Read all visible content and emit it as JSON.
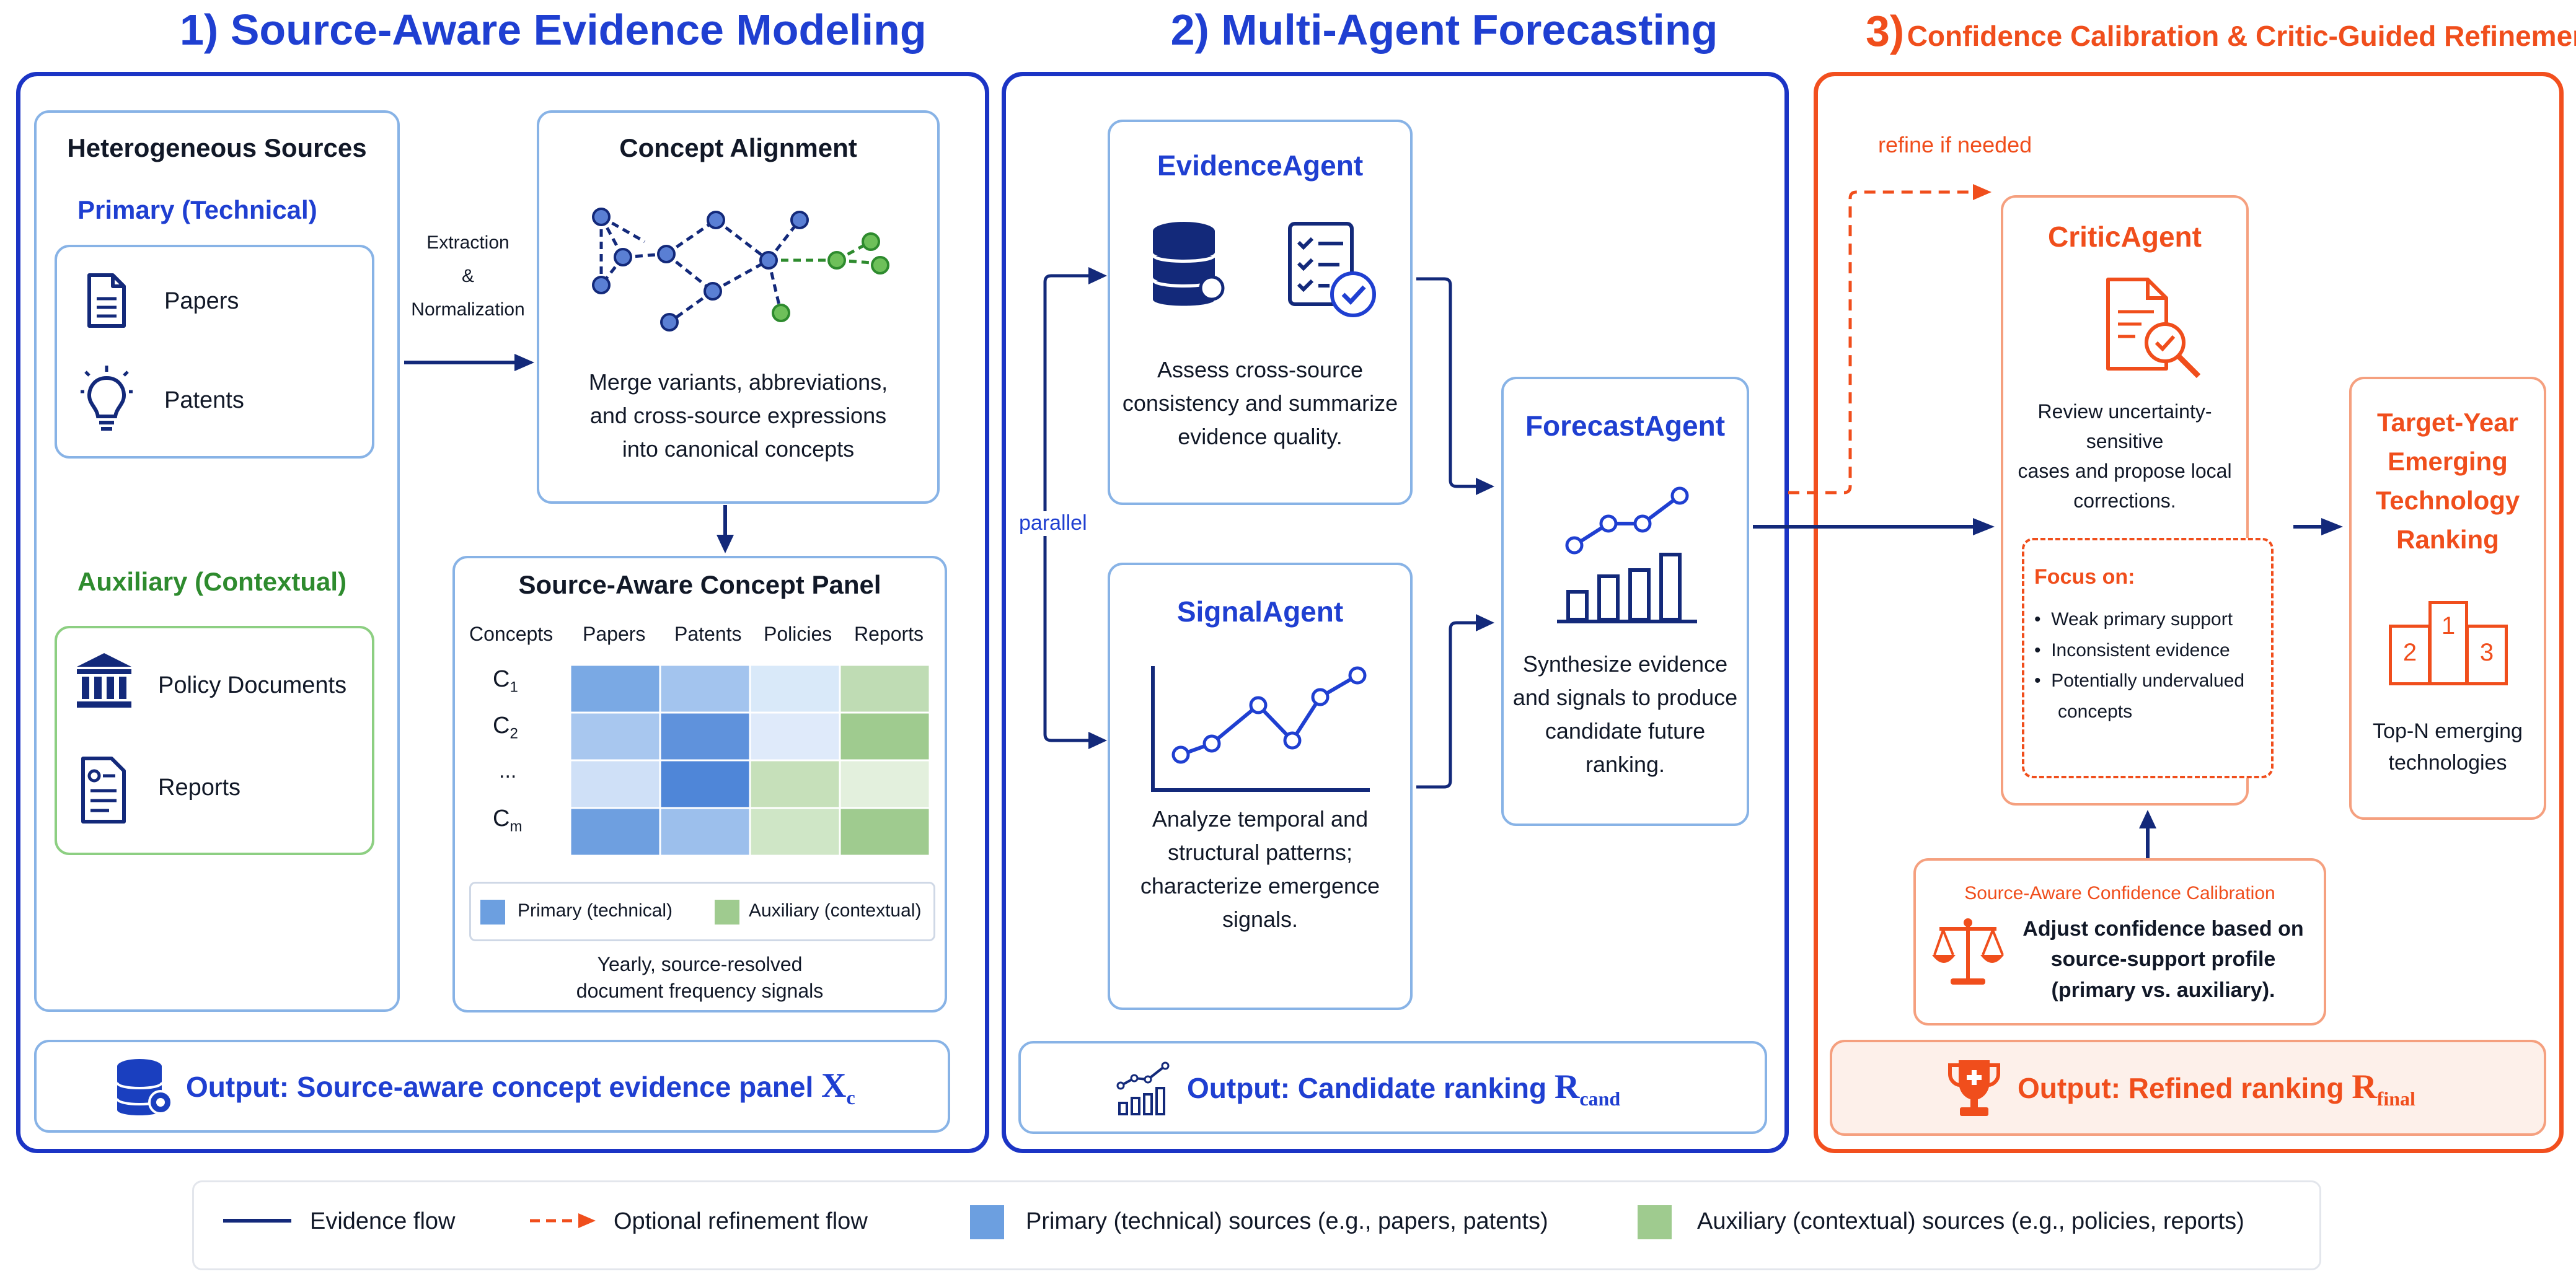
{
  "columns": {
    "col1_title": "1) Source-Aware Evidence Modeling",
    "col2_title": "2) Multi-Agent Forecasting",
    "col3_num": "3)",
    "col3_title": "Confidence Calibration & Critic-Guided Refinement"
  },
  "sources": {
    "title": "Heterogeneous Sources",
    "primary_label": "Primary (Technical)",
    "primary_items": [
      "Papers",
      "Patents"
    ],
    "auxiliary_label": "Auxiliary (Contextual)",
    "auxiliary_items": [
      "Policy Documents",
      "Reports"
    ]
  },
  "extraction": {
    "line1": "Extraction",
    "line2": "&",
    "line3": "Normalization"
  },
  "alignment": {
    "title": "Concept Alignment",
    "desc": [
      "Merge variants, abbreviations,",
      "and cross-source expressions",
      "into canonical concepts"
    ]
  },
  "panel": {
    "title": "Source-Aware Concept Panel",
    "headers": [
      "Concepts",
      "Papers",
      "Patents",
      "Policies",
      "Reports"
    ],
    "rows": [
      "C",
      "C",
      "...",
      "C"
    ],
    "row_subs": [
      "1",
      "2",
      "",
      "m"
    ],
    "legend_primary": "Primary (technical)",
    "legend_auxiliary": "Auxiliary (contextual)",
    "caption": [
      "Yearly, source-resolved",
      "document frequency signals"
    ]
  },
  "output1": {
    "label": "Output: Source-aware concept evidence panel",
    "sym": "X",
    "sub": "c"
  },
  "evidence_agent": {
    "title": "EvidenceAgent",
    "desc": [
      "Assess cross-source",
      "consistency and summarize",
      "evidence quality."
    ]
  },
  "signal_agent": {
    "title": "SignalAgent",
    "desc": [
      "Analyze temporal and",
      "structural patterns;",
      "characterize emergence",
      "signals."
    ]
  },
  "forecast_agent": {
    "title": "ForecastAgent",
    "desc": [
      "Synthesize evidence",
      "and signals to produce",
      "candidate future",
      "ranking."
    ]
  },
  "parallel_label": "parallel",
  "output2": {
    "label": "Output: Candidate ranking",
    "sym": "R",
    "sub": "cand"
  },
  "refine_label": "refine if needed",
  "critic_agent": {
    "title": "CriticAgent",
    "desc": [
      "Review uncertainty-sensitive",
      "cases and propose local",
      "corrections."
    ],
    "focus_title": "Focus on:",
    "focus_items": [
      "Weak primary support",
      "Inconsistent evidence",
      "Potentially undervalued concepts"
    ]
  },
  "target": {
    "title": [
      "Target-Year",
      "Emerging",
      "Technology",
      "Ranking"
    ],
    "podium": [
      "1",
      "2",
      "3"
    ],
    "desc": [
      "Top-N emerging",
      "technologies"
    ]
  },
  "calibration": {
    "title": "Source-Aware Confidence Calibration",
    "desc": [
      "Adjust confidence based on",
      "source-support profile",
      "(primary vs. auxiliary)."
    ]
  },
  "output3": {
    "label": "Output: Refined ranking",
    "sym": "R",
    "sub": "final"
  },
  "legend": {
    "evidence_flow": "Evidence flow",
    "optional_flow": "Optional refinement flow",
    "primary_sources": "Primary (technical) sources (e.g., papers, patents)",
    "auxiliary_sources": "Auxiliary (contextual) sources (e.g., policies, reports)"
  },
  "colors": {
    "blue": "#1f3fd1",
    "red": "#f04e1c",
    "green": "#2e8b2e",
    "primary_cell": "#6c9fe0",
    "auxiliary_cell": "#9fcb8f"
  }
}
